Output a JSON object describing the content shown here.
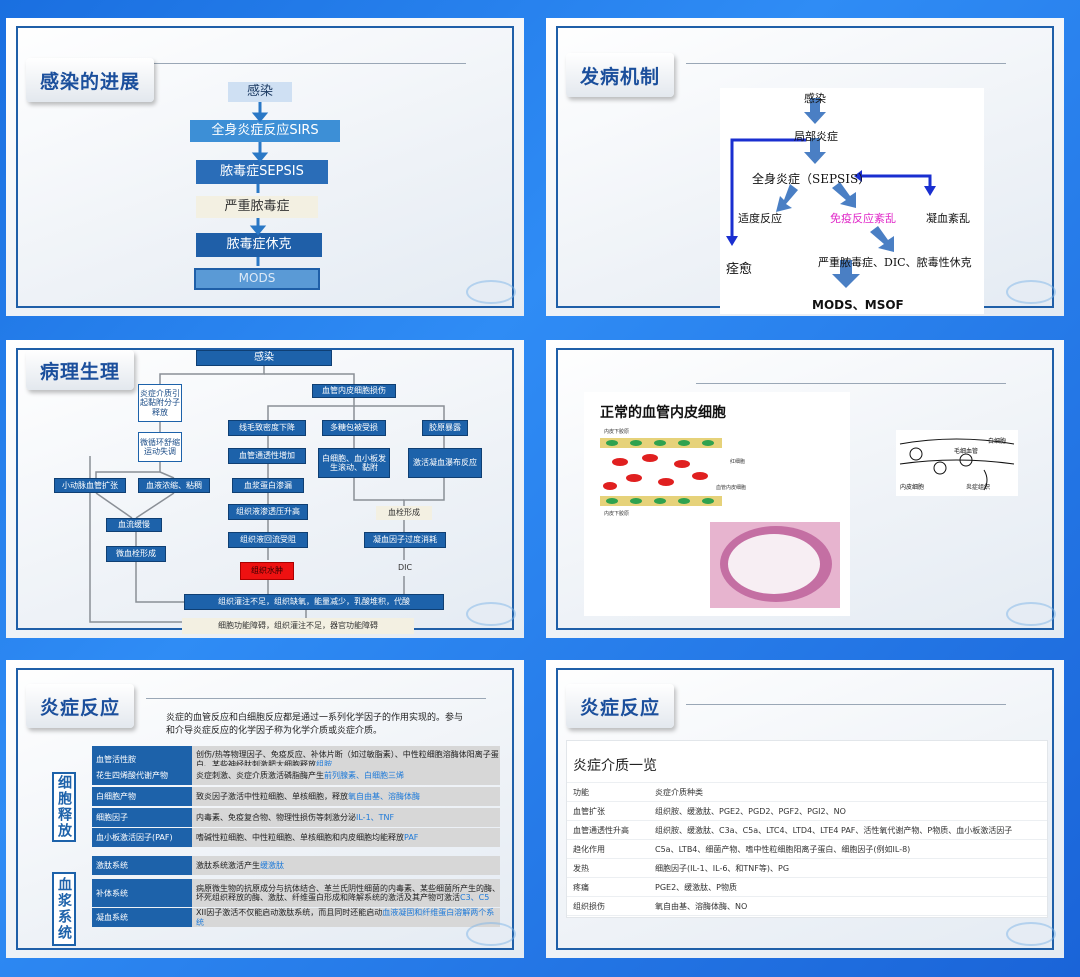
{
  "slide1": {
    "title": "感染的进展",
    "steps": [
      "感染",
      "全身炎症反应SIRS",
      "脓毒症SEPSIS",
      "严重脓毒症",
      "脓毒症休克",
      "MODS"
    ]
  },
  "slide2": {
    "title": "发病机制",
    "nodes": {
      "infection": "感染",
      "local": "局部炎症",
      "sirs": "全身炎症（SEPSIS）",
      "adapt": "适度反应",
      "immune": "免疫反应紊乱",
      "coag": "凝血紊乱",
      "heal": "痊愈",
      "severe": "严重脓毒症、DIC、脓毒性休克",
      "mods": "MODS、MSOF"
    }
  },
  "slide3": {
    "title": "病理生理",
    "nodes": {
      "infection": "感染",
      "mediators": "炎症介质引起黏附分子释放",
      "endo": "血管内皮细胞损伤",
      "micro": "微循环舒缩运动失调",
      "capillary": "线毛致密度下降",
      "glyco": "多糖包被受损",
      "collagen": "胶原暴露",
      "small_art": "小动脉血管扩张",
      "viscous": "血液浓缩、粘稠",
      "permeab": "血管通透性增加",
      "wbc": "白细胞、血小板发生滚动、黏附",
      "activate": "激活凝血瀑布反应",
      "leak": "血浆蛋白渗漏",
      "thrombus": "血栓形成",
      "flow_slow": "血流缓慢",
      "interstitial": "组织液渗透压升高",
      "consume": "凝血因子过度消耗",
      "microthromb": "微血栓形成",
      "reflux": "组织液回流受阻",
      "dic": "DIC",
      "edema": "组织水肿",
      "hypoperf": "组织灌注不足，组织缺氧，能量减少，乳酸堆积，代酸",
      "dysfunc": "细胞功能障碍，组织灌注不足，器官功能障碍"
    }
  },
  "slide4": {
    "title": "正常的血管内皮细胞",
    "labels": {
      "l1": "内皮下胶原",
      "l2": "红细胞",
      "l3": "血管内皮细胞",
      "l4": "内皮下胶原",
      "capillary": "毛细血管",
      "wbc": "白细胞",
      "endo": "内皮细胞",
      "inflam": "炎症组织"
    }
  },
  "slide5": {
    "title": "炎症反应",
    "intro": "炎症的血管反应和白细胞反应都是通过一系列化学因子的作用实现的。参与和介导炎症反应的化学因子称为化学介质或炎症介质。",
    "group1": "细胞释放",
    "group2": "血浆系统",
    "rows": [
      {
        "k": "血管活性胺",
        "v": "创伤/热等物理因子、免疫反应、补体片断（如过敏脂素）、中性粒细胞溶酶体阳离子蛋白、某些神经肽刺激肥大细胞释放",
        "hl": "组胺"
      },
      {
        "k": "花生四烯酸代谢产物",
        "v": "炎症刺激、炎症介质激活磷脂酶产生",
        "hl": "前列腺素、白细胞三烯"
      },
      {
        "k": "白细胞产物",
        "v": "致炎因子激活中性粒细胞、单核细胞，释放",
        "hl": "氧自由基、溶酶体酶"
      },
      {
        "k": "细胞因子",
        "v": "内毒素、免疫复合物、物理性损伤等刺激分泌",
        "hl": "IL-1、TNF"
      },
      {
        "k": "血小板激活因子(PAF)",
        "v": "嗜碱性粒细胞、中性粒细胞、单核细胞和内皮细胞均能释放",
        "hl": "PAF"
      },
      {
        "k": "激肽系统",
        "v": "激肽系统激活产生",
        "hl": "缓激肽"
      },
      {
        "k": "补体系统",
        "v": "病原微生物的抗原成分与抗体结合、革兰氏阴性细菌的内毒素、某些细菌所产生的酶、坏死组织释放的酶、激肽、纤维蛋白形成和降解系统的激活及其产物可激活",
        "hl": "C3、C5"
      },
      {
        "k": "凝血系统",
        "v": "XII因子激活不仅能启动激肽系统，而且同时还能启动",
        "hl": "血液凝固和纤维蛋白溶解两个系统"
      }
    ]
  },
  "slide6": {
    "title": "炎症反应",
    "subtitle": "炎症介质一览",
    "rows": [
      {
        "c1": "功能",
        "c2": "炎症介质种类"
      },
      {
        "c1": "血管扩张",
        "c2": "组织胺、缓激肽、PGE2、PGD2、PGF2、PGI2、NO"
      },
      {
        "c1": "血管通透性升高",
        "c2": "组织胺、缓激肽、C3a、C5a、LTC4、LTD4、LTE4 PAF、活性氧代谢产物、P物质、血小板激活因子"
      },
      {
        "c1": "趋化作用",
        "c2": "C5a、LTB4、细菌产物、嗜中性粒细胞阳离子蛋白、细胞因子(例如IL-8)"
      },
      {
        "c1": "发热",
        "c2": "细胞因子(IL-1、IL-6、和TNF等)、PG"
      },
      {
        "c1": "疼痛",
        "c2": "PGE2、缓激肽、P物质"
      },
      {
        "c1": "组织损伤",
        "c2": "氧自由基、溶酶体酶、NO"
      }
    ]
  }
}
